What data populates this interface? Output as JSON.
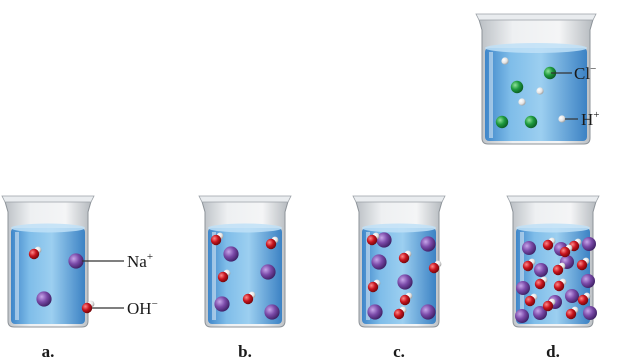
{
  "top_beaker": {
    "labels": {
      "chloride": "Cl",
      "chloride_charge": "−",
      "hydrogen": "H",
      "hydrogen_charge": "+"
    }
  },
  "beakers": [
    {
      "caption": "a.",
      "ion_pairs": 2
    },
    {
      "caption": "b.",
      "ion_pairs": 4
    },
    {
      "caption": "c.",
      "ion_pairs": 6
    },
    {
      "caption": "d.",
      "ion_pairs": 12
    }
  ],
  "beaker_a_labels": {
    "sodium": "Na",
    "sodium_charge": "+",
    "hydroxide": "OH",
    "hydroxide_charge": "−"
  },
  "colors": {
    "chloride": "#1e9a3e",
    "hydrogen": "#e6e6e6",
    "sodium": "#7a4aa8",
    "oxygen": "#c8141e",
    "liquid": "#6fb3e6",
    "glass": "#d4d8dc"
  }
}
